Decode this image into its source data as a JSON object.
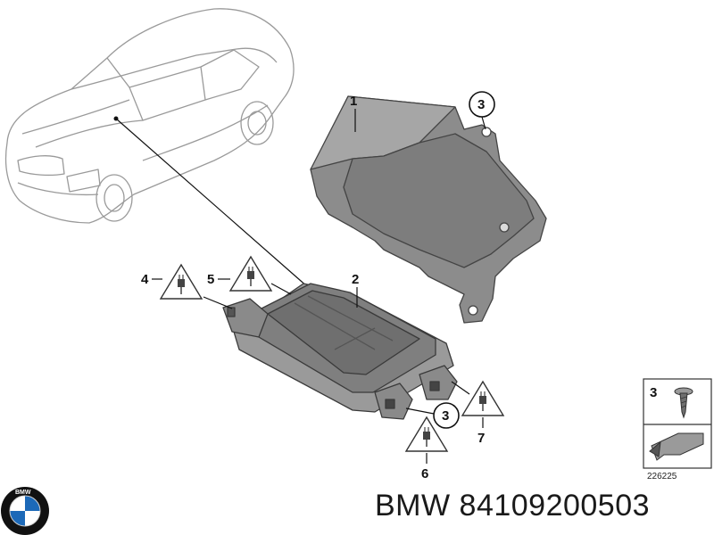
{
  "callouts": {
    "c1": "1",
    "c2": "2",
    "c3a": "3",
    "c3b": "3",
    "c4": "4",
    "c5": "5",
    "c6": "6",
    "c7": "7"
  },
  "legend": {
    "number": "3",
    "code": "226225"
  },
  "caption": {
    "text": "BMW 84109200503"
  },
  "logo": {
    "lettering": "BMW",
    "colors": {
      "ring": "#111111",
      "blue": "#1c69b8",
      "white": "#ffffff"
    }
  }
}
